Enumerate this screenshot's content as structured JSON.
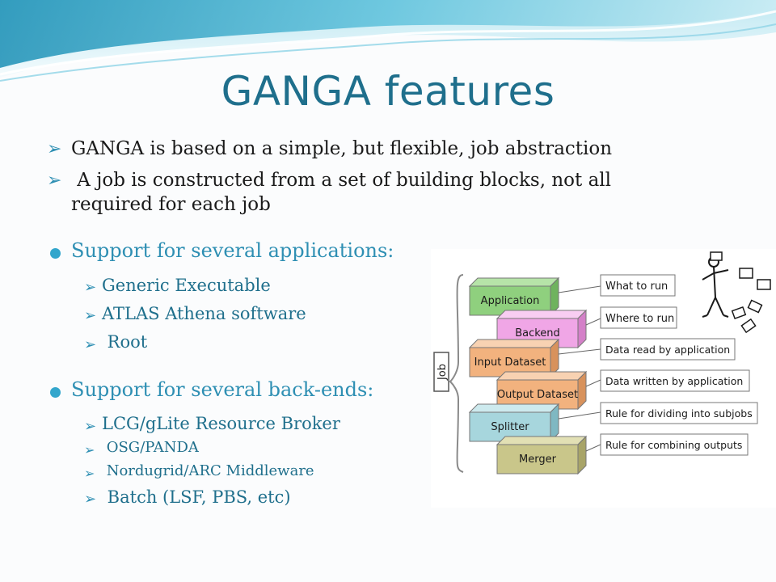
{
  "slide": {
    "title": "GANGA features",
    "bullets": [
      "GANGA is based on a simple, but flexible, job abstraction",
      " A job is constructed from a set of building blocks, not all",
      "required for each job"
    ],
    "sections": [
      {
        "heading": "Support for several applications:",
        "items": [
          "Generic Executable",
          "ATLAS Athena software",
          " Root"
        ]
      },
      {
        "heading": "Support for several back-ends:",
        "items": [
          "LCG/gLite Resource Broker",
          " OSG/PANDA",
          " Nordugrid/ARC Middleware",
          " Batch (LSF, PBS, etc)"
        ]
      }
    ]
  },
  "diagram": {
    "group_label": "Job",
    "blocks": [
      {
        "label": "Application",
        "color": "#8fd07e",
        "description": "What to run"
      },
      {
        "label": "Backend",
        "color": "#f0a6e6",
        "description": "Where to run"
      },
      {
        "label": "Input Dataset",
        "color": "#f2b27e",
        "description": "Data read by application"
      },
      {
        "label": "Output Dataset",
        "color": "#f2b27e",
        "description": "Data written by application"
      },
      {
        "label": "Splitter",
        "color": "#a7d6dd",
        "description": "Rule for dividing into subjobs"
      },
      {
        "label": "Merger",
        "color": "#c9c68a",
        "description": "Rule for combining outputs"
      }
    ]
  },
  "colors": {
    "accent": "#2e8fb3",
    "title": "#1f6f8c"
  }
}
